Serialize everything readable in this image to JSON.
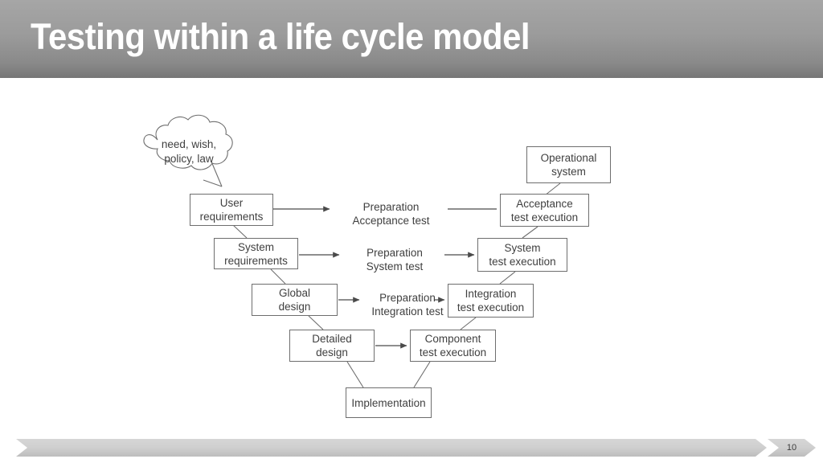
{
  "slide": {
    "title": "Testing within a life cycle model",
    "page_number": "10",
    "header_gradient_top": "#a6a6a6",
    "header_gradient_bottom": "#767676",
    "footer_color": "#cfcfcf",
    "node_border_color": "#6e6e6e",
    "text_color": "#404040"
  },
  "diagram": {
    "type": "v-model",
    "cloud": {
      "line1": "need, wish,",
      "line2": "policy, law"
    },
    "left_branch": [
      {
        "id": "user-requirements",
        "line1": "User",
        "line2": "requirements"
      },
      {
        "id": "system-requirements",
        "line1": "System",
        "line2": "requirements"
      },
      {
        "id": "global-design",
        "line1": "Global",
        "line2": "design"
      },
      {
        "id": "detailed-design",
        "line1": "Detailed",
        "line2": "design"
      }
    ],
    "bottom": {
      "id": "implementation",
      "line1": "Implementation",
      "line2": ""
    },
    "middle_labels": [
      {
        "id": "preparation-acceptance-test",
        "line1": "Preparation",
        "line2": "Acceptance test"
      },
      {
        "id": "preparation-system-test",
        "line1": "Preparation",
        "line2": "System test"
      },
      {
        "id": "preparation-integration-test",
        "line1": "Preparation",
        "line2": "Integration test"
      }
    ],
    "right_branch": [
      {
        "id": "operational-system",
        "line1": "Operational",
        "line2": "system"
      },
      {
        "id": "acceptance-test-execution",
        "line1": "Acceptance",
        "line2": "test execution"
      },
      {
        "id": "system-test-execution",
        "line1": "System",
        "line2": "test execution"
      },
      {
        "id": "integration-test-execution",
        "line1": "Integration",
        "line2": "test execution"
      },
      {
        "id": "component-test-execution",
        "line1": "Component",
        "line2": "test execution"
      }
    ]
  }
}
